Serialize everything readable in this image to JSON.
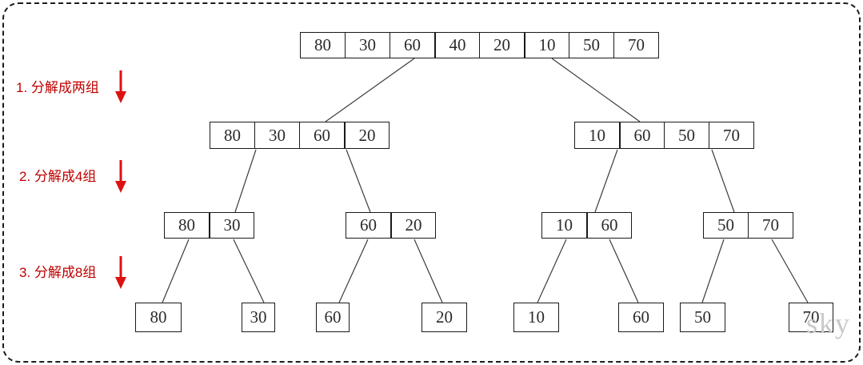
{
  "steps": [
    {
      "label": "1. 分解成两组"
    },
    {
      "label": "2. 分解成4组"
    },
    {
      "label": "3. 分解成8组"
    }
  ],
  "tree": {
    "level1": {
      "cells": [
        "80",
        "30",
        "60",
        "40",
        "20",
        "10",
        "50",
        "70"
      ]
    },
    "level2": [
      {
        "cells": [
          "80",
          "30",
          "60",
          "20"
        ]
      },
      {
        "cells": [
          "10",
          "60",
          "50",
          "70"
        ]
      }
    ],
    "level3": [
      {
        "cells": [
          "80",
          "30"
        ]
      },
      {
        "cells": [
          "60",
          "20"
        ]
      },
      {
        "cells": [
          "10",
          "60"
        ]
      },
      {
        "cells": [
          "50",
          "70"
        ]
      }
    ],
    "level4": [
      "80",
      "30",
      "60",
      "20",
      "10",
      "60",
      "50",
      "70"
    ]
  },
  "watermark": "sky",
  "colors": {
    "step_label": "#c00000",
    "arrow": "#dd1111",
    "connector": "#3c3c3c",
    "box_border": "#1a1a1a"
  }
}
